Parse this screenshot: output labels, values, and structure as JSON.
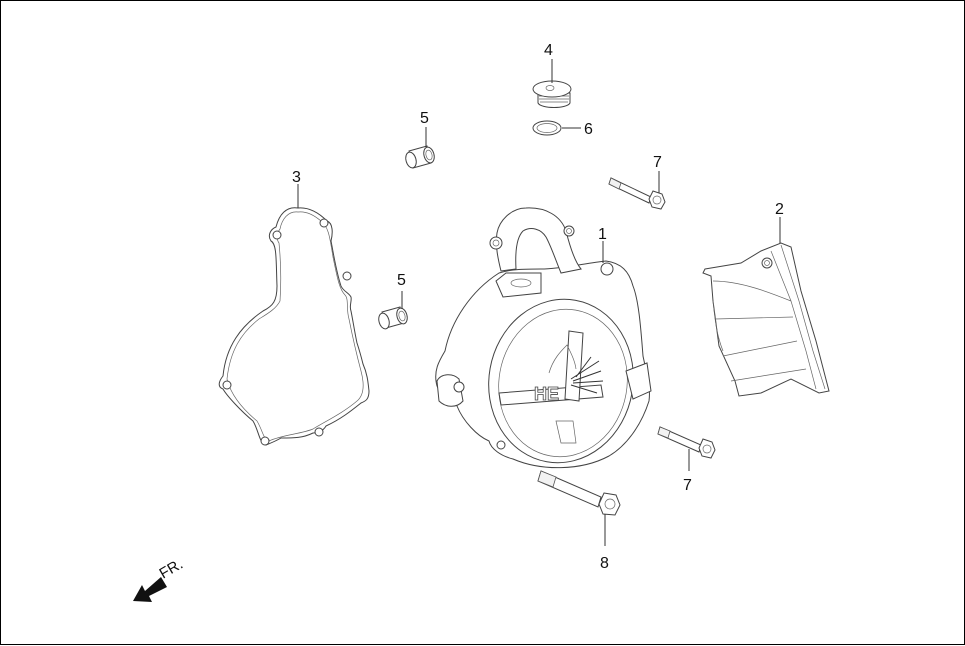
{
  "diagram": {
    "type": "exploded-parts-diagram",
    "subject": "Left crankcase / magneto cover assembly",
    "orientation_indicator": {
      "label": "FR.",
      "icon": "arrow-front-icon"
    },
    "callouts": [
      {
        "number": "1",
        "part": "left-crankcase-cover"
      },
      {
        "number": "2",
        "part": "cover-trim"
      },
      {
        "number": "3",
        "part": "gasket"
      },
      {
        "number": "4",
        "part": "plug"
      },
      {
        "number": "5",
        "part": "dowel-pin-upper"
      },
      {
        "number": "5",
        "part": "dowel-pin-lower"
      },
      {
        "number": "6",
        "part": "o-ring"
      },
      {
        "number": "7",
        "part": "bolt-upper"
      },
      {
        "number": "7",
        "part": "bolt-lower"
      },
      {
        "number": "8",
        "part": "bolt-long"
      }
    ],
    "cover_logo_text": "HE"
  }
}
